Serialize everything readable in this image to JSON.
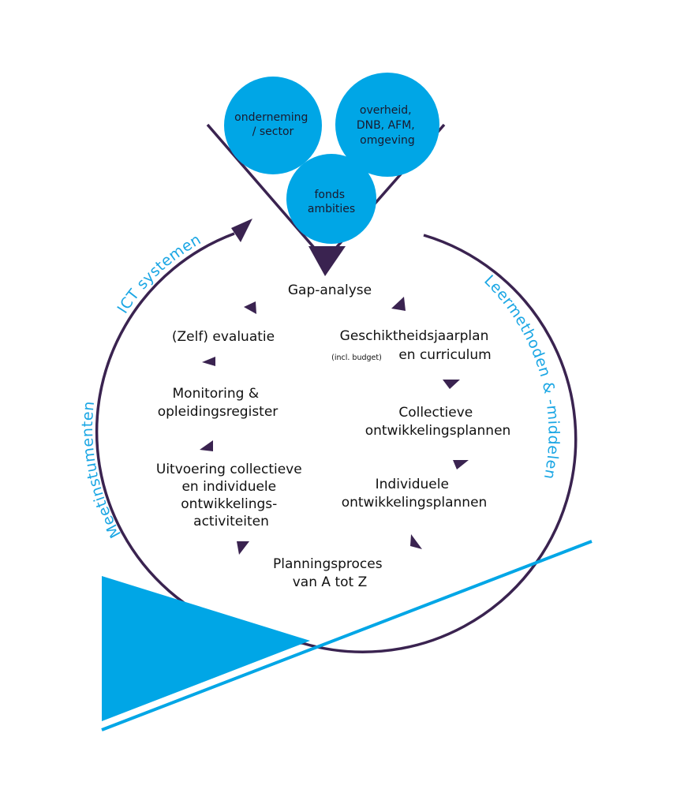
{
  "colors": {
    "accent_blue": "#00a6e6",
    "dark_purple": "#3a2350",
    "text": "#111111"
  },
  "bubbles": {
    "left": [
      "onderneming",
      "/ sector"
    ],
    "right": [
      "overheid,",
      "DNB, AFM,",
      "omgeving"
    ],
    "bottom": [
      "fonds",
      "ambities"
    ]
  },
  "steps": {
    "gap": "Gap-analyse",
    "plan_line1": "Geschiktheidsjaarplan",
    "plan_small": "(incl. budget)",
    "plan_line2": "en curriculum",
    "collectief": [
      "Collectieve",
      "ontwikkelingsplannen"
    ],
    "individueel": [
      "Individuele",
      "ontwikkelingsplannen"
    ],
    "planning": [
      "Planningsproces",
      "van A tot Z"
    ],
    "uitvoering": [
      "Uitvoering collectieve",
      "en individuele",
      "ontwikkelings-",
      "activiteiten"
    ],
    "monitoring": [
      "Monitoring &",
      "opleidingsregister"
    ],
    "evaluatie": "(Zelf) evaluatie"
  },
  "arc_labels": {
    "ict": "ICT systemen",
    "meet": "Meetinstumenten",
    "leer": "Leermethoden & -middelen"
  }
}
